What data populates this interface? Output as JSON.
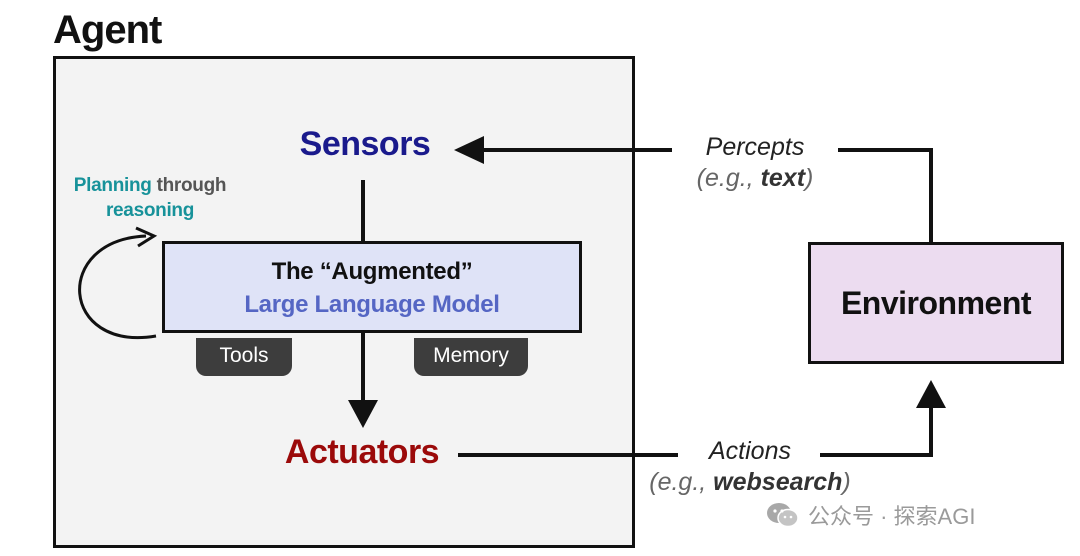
{
  "agent": {
    "title": "Agent"
  },
  "sensors": {
    "label": "Sensors"
  },
  "actuators": {
    "label": "Actuators"
  },
  "planning": {
    "highlight": "Planning",
    "rest": "through",
    "line2": "reasoning"
  },
  "llm": {
    "line1": "The “Augmented”",
    "line2": "Large Language Model"
  },
  "tools": {
    "tools_label": "Tools",
    "memory_label": "Memory"
  },
  "environment": {
    "label": "Environment"
  },
  "percepts": {
    "label": "Percepts",
    "eg_prefix": "(e.g., ",
    "eg_value": "text",
    "eg_suffix": ")"
  },
  "actions": {
    "label": "Actions",
    "eg_prefix": "(e.g., ",
    "eg_value": "websearch",
    "eg_suffix": ")"
  },
  "watermark": {
    "text": "公众号 · 探索AGI"
  },
  "colors": {
    "sensors": "#1a1a8c",
    "actuators": "#9b0a0a",
    "planning": "#17929a",
    "llm_box": "#dfe3f7",
    "environment_box": "#ecdcf0",
    "agent_box": "#f3f3f3"
  }
}
